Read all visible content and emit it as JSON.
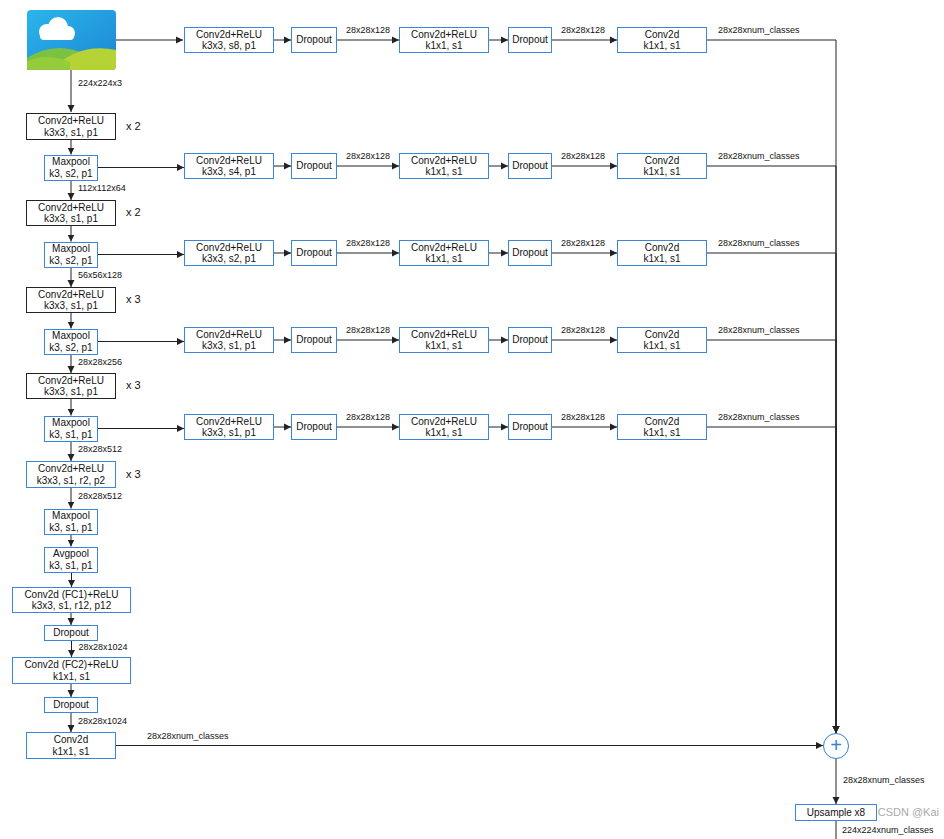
{
  "diagram": {
    "nodes": [
      {
        "text": [
          "Conv2d+ReLU",
          "k3x3, s8, p1"
        ]
      },
      {
        "text": [
          "Dropout"
        ]
      },
      {
        "text": [
          "Conv2d+ReLU",
          "k1x1, s1"
        ]
      },
      {
        "text": [
          "Dropout"
        ]
      },
      {
        "text": [
          "Conv2d",
          "k1x1, s1"
        ]
      },
      {
        "text": [
          "Conv2d+ReLU",
          "k3x3, s1, p1"
        ]
      },
      {
        "text": [
          "Maxpool",
          "k3, s2, p1"
        ]
      },
      {
        "text": [
          "Conv2d+ReLU",
          "k3x3, s4, p1"
        ]
      },
      {
        "text": [
          "Dropout"
        ]
      },
      {
        "text": [
          "Conv2d+ReLU",
          "k1x1, s1"
        ]
      },
      {
        "text": [
          "Dropout"
        ]
      },
      {
        "text": [
          "Conv2d",
          "k1x1, s1"
        ]
      },
      {
        "text": [
          "Conv2d+ReLU",
          "k3x3, s1, p1"
        ]
      },
      {
        "text": [
          "Maxpool",
          "k3, s2, p1"
        ]
      },
      {
        "text": [
          "Conv2d+ReLU",
          "k3x3, s2, p1"
        ]
      },
      {
        "text": [
          "Dropout"
        ]
      },
      {
        "text": [
          "Conv2d+ReLU",
          "k1x1, s1"
        ]
      },
      {
        "text": [
          "Dropout"
        ]
      },
      {
        "text": [
          "Conv2d",
          "k1x1, s1"
        ]
      },
      {
        "text": [
          "Conv2d+ReLU",
          "k3x3, s1, p1"
        ]
      },
      {
        "text": [
          "Maxpool",
          "k3, s2, p1"
        ]
      },
      {
        "text": [
          "Conv2d+ReLU",
          "k3x3, s1, p1"
        ]
      },
      {
        "text": [
          "Dropout"
        ]
      },
      {
        "text": [
          "Conv2d+ReLU",
          "k1x1, s1"
        ]
      },
      {
        "text": [
          "Dropout"
        ]
      },
      {
        "text": [
          "Conv2d",
          "k1x1, s1"
        ]
      },
      {
        "text": [
          "Conv2d+ReLU",
          "k3x3, s1, p1"
        ]
      },
      {
        "text": [
          "Maxpool",
          "k3, s1, p1"
        ]
      },
      {
        "text": [
          "Conv2d+ReLU",
          "k3x3, s1, p1"
        ]
      },
      {
        "text": [
          "Dropout"
        ]
      },
      {
        "text": [
          "Conv2d+ReLU",
          "k1x1, s1"
        ]
      },
      {
        "text": [
          "Dropout"
        ]
      },
      {
        "text": [
          "Conv2d",
          "k1x1, s1"
        ]
      },
      {
        "text": [
          "Conv2d+ReLU",
          "k3x3, s1, r2, p2"
        ]
      },
      {
        "text": [
          "Maxpool",
          "k3, s1, p1"
        ]
      },
      {
        "text": [
          "Avgpool",
          "k3, s1, p1"
        ]
      },
      {
        "text": [
          "Conv2d (FC1)+ReLU",
          "k3x3, s1, r12, p12"
        ]
      },
      {
        "text": [
          "Dropout"
        ]
      },
      {
        "text": [
          "Conv2d (FC2)+ReLU",
          "k1x1, s1"
        ]
      },
      {
        "text": [
          "Dropout"
        ]
      },
      {
        "text": [
          "Conv2d",
          "k1x1, s1"
        ]
      },
      {
        "text": [
          "+"
        ]
      },
      {
        "text": [
          "Upsample x8"
        ]
      }
    ],
    "edges": [
      {
        "from": 0,
        "to": 1,
        "arrow": "to"
      },
      {
        "from": 1,
        "to": 2,
        "label": "28x28x128",
        "arrow": "to"
      },
      {
        "from": 2,
        "to": 3,
        "arrow": "to"
      },
      {
        "from": 3,
        "to": 4,
        "label": "28x28x128",
        "arrow": "to"
      },
      {
        "from": 4,
        "to": 41,
        "label": "28x28xnum_classes",
        "arrow": "to"
      },
      {
        "from": 5,
        "to": 6,
        "arrow": "to"
      },
      {
        "from": 6,
        "to": 7,
        "arrow": "to"
      },
      {
        "from": 7,
        "to": 8,
        "arrow": "to"
      },
      {
        "from": 8,
        "to": 9,
        "label": "28x28x128",
        "arrow": "to"
      },
      {
        "from": 9,
        "to": 10,
        "arrow": "to"
      },
      {
        "from": 10,
        "to": 11,
        "label": "28x28x128",
        "arrow": "to"
      },
      {
        "from": 11,
        "to": 41,
        "label": "28x28xnum_classes",
        "arrow": "to"
      },
      {
        "from": 6,
        "to": 12,
        "label": "112x112x64",
        "arrow": "to"
      },
      {
        "from": 12,
        "to": 13,
        "arrow": "to"
      },
      {
        "from": 13,
        "to": 14,
        "arrow": "to"
      },
      {
        "from": 14,
        "to": 15,
        "arrow": "to"
      },
      {
        "from": 15,
        "to": 16,
        "label": "28x28x128",
        "arrow": "to"
      },
      {
        "from": 16,
        "to": 17,
        "arrow": "to"
      },
      {
        "from": 17,
        "to": 18,
        "label": "28x28x128",
        "arrow": "to"
      },
      {
        "from": 18,
        "to": 41,
        "label": "28x28xnum_classes",
        "arrow": "to"
      },
      {
        "from": 13,
        "to": 19,
        "label": "56x56x128",
        "arrow": "to"
      },
      {
        "from": 19,
        "to": 20,
        "arrow": "to"
      },
      {
        "from": 20,
        "to": 21,
        "arrow": "to"
      },
      {
        "from": 21,
        "to": 22,
        "arrow": "to"
      },
      {
        "from": 22,
        "to": 23,
        "label": "28x28x128",
        "arrow": "to"
      },
      {
        "from": 23,
        "to": 24,
        "arrow": "to"
      },
      {
        "from": 24,
        "to": 25,
        "label": "28x28x128",
        "arrow": "to"
      },
      {
        "from": 25,
        "to": 41,
        "label": "28x28xnum_classes",
        "arrow": "to"
      },
      {
        "from": 20,
        "to": 26,
        "label": "28x28x256",
        "arrow": "to"
      },
      {
        "from": 26,
        "to": 27,
        "arrow": "to"
      },
      {
        "from": 27,
        "to": 28,
        "arrow": "to"
      },
      {
        "from": 28,
        "to": 29,
        "arrow": "to"
      },
      {
        "from": 29,
        "to": 30,
        "label": "28x28x128",
        "arrow": "to"
      },
      {
        "from": 30,
        "to": 31,
        "arrow": "to"
      },
      {
        "from": 31,
        "to": 32,
        "label": "28x28x128",
        "arrow": "to"
      },
      {
        "from": 32,
        "to": 41,
        "label": "28x28xnum_classes",
        "arrow": "to"
      },
      {
        "from": 27,
        "to": 33,
        "label": "28x28x512",
        "arrow": "to"
      },
      {
        "from": 33,
        "to": 34,
        "label": "28x28x512",
        "arrow": "to"
      },
      {
        "from": 34,
        "to": 35,
        "arrow": "to"
      },
      {
        "from": 35,
        "to": 36,
        "arrow": "to"
      },
      {
        "from": 36,
        "to": 37,
        "arrow": "to"
      },
      {
        "from": 37,
        "to": 38,
        "label": "28x28x1024",
        "arrow": "to"
      },
      {
        "from": 38,
        "to": 39,
        "arrow": "to"
      },
      {
        "from": 39,
        "to": 40,
        "label": "28x28x1024",
        "arrow": "to"
      },
      {
        "from": 40,
        "to": 41,
        "label": "28x28xnum_classes",
        "arrow": "to"
      },
      {
        "from": 41,
        "to": 42,
        "label": "28x28xnum_classes",
        "arrow": "to"
      }
    ],
    "labels": [
      "224x224x3",
      "x 2",
      "x 2",
      "x 3",
      "x 3",
      "x 3",
      "224x224xnum_classes",
      "CSDN @Kai"
    ]
  }
}
